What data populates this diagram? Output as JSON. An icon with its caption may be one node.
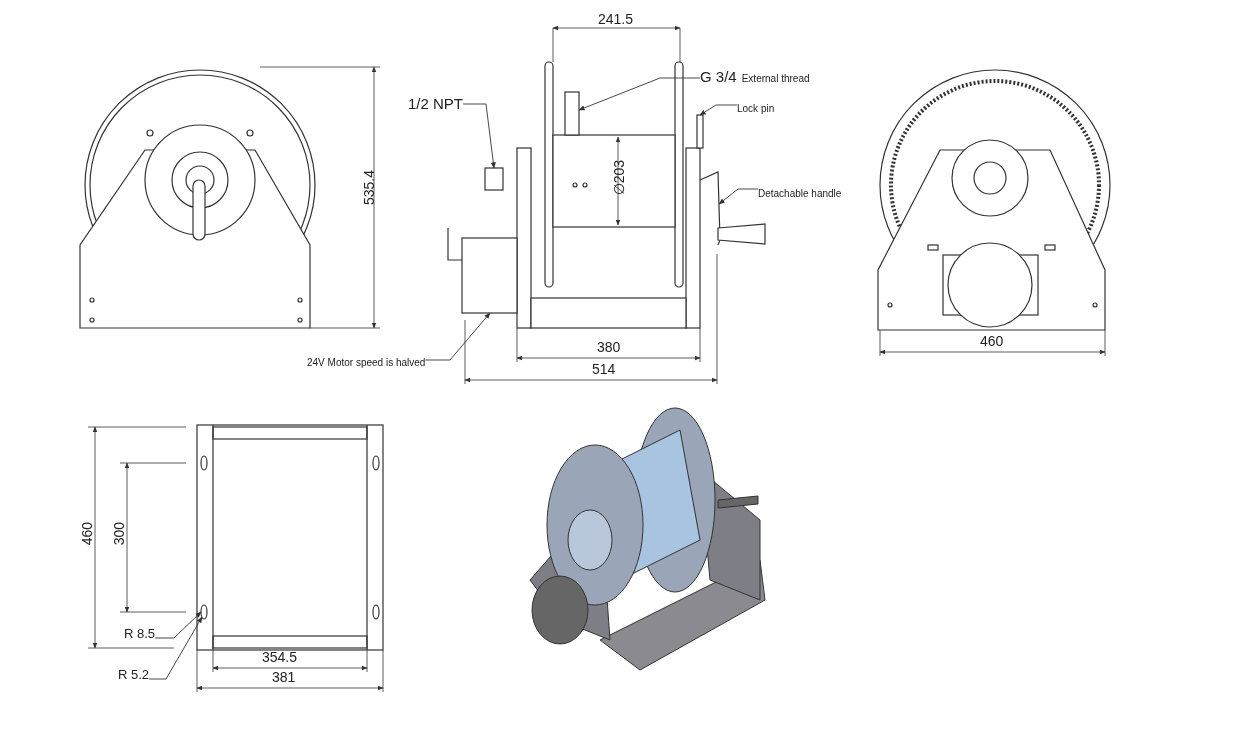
{
  "diagram": {
    "nodes": [
      {
        "text": [
          "1/2  NPT"
        ]
      },
      {
        "text": [
          "G 3/4",
          "External thread"
        ]
      },
      {
        "text": [
          "Lock pin"
        ]
      },
      {
        "text": [
          "Detachable handle"
        ]
      },
      {
        "text": [
          "24V Motor speed is halved"
        ]
      },
      {
        "text": [
          "R 8.5"
        ]
      },
      {
        "text": [
          "R 5.2"
        ]
      },
      {
        "text": [],
        "shape": "box"
      },
      {
        "text": [],
        "shape": "box"
      },
      {
        "text": [],
        "shape": "box"
      },
      {
        "text": [],
        "shape": "picture"
      },
      {
        "text": [],
        "shape": "box"
      },
      {
        "text": [],
        "shape": "ellipse"
      }
    ],
    "edges": [
      {
        "from": 0,
        "to": 7,
        "arrow": "to"
      },
      {
        "from": 1,
        "to": 8,
        "arrow": "to"
      },
      {
        "from": 2,
        "to": 9,
        "arrow": "to"
      },
      {
        "from": 3,
        "to": 10,
        "arrow": "to"
      },
      {
        "from": 4,
        "to": 11,
        "arrow": "to"
      },
      {
        "from": 5,
        "to": 12,
        "arrow": "to"
      },
      {
        "from": 6,
        "to": 12,
        "arrow": "to"
      }
    ],
    "labels": [
      "241.5",
      "535.4",
      "∅203",
      "380",
      "514",
      "460",
      "460",
      "300",
      "354.5",
      "381"
    ]
  }
}
